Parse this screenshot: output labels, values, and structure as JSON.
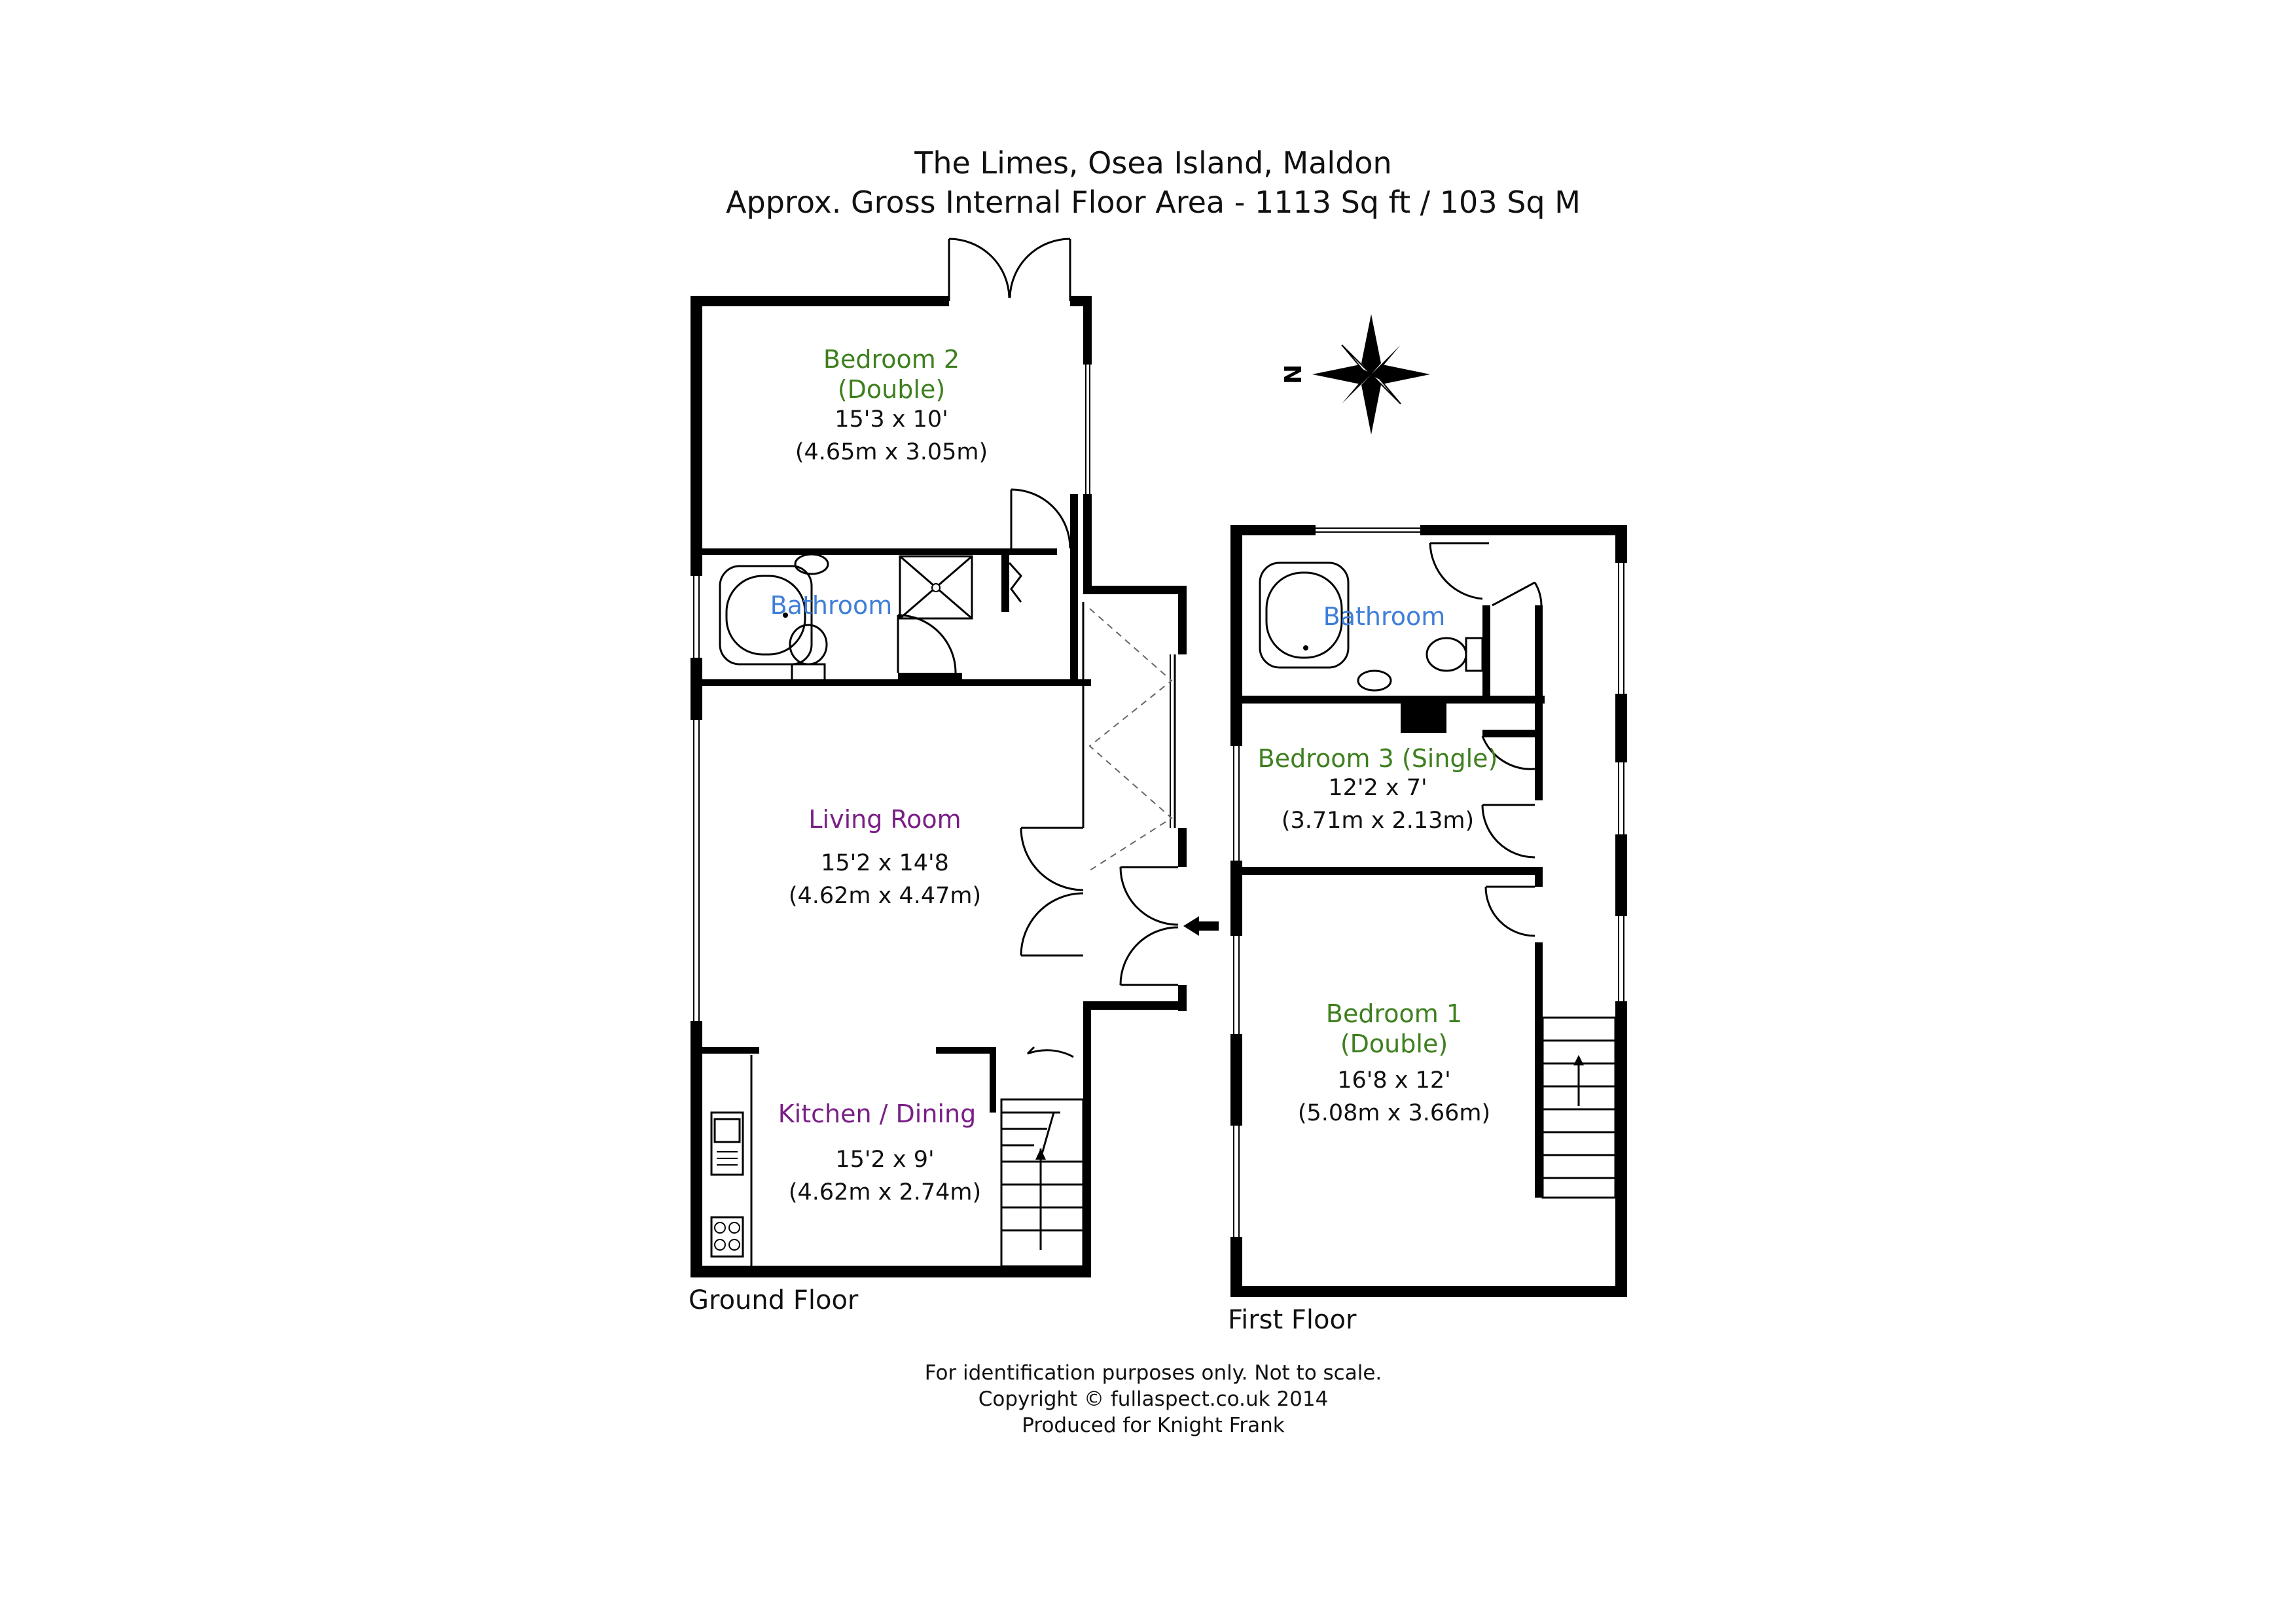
{
  "title": {
    "line1": "The Limes, Osea Island, Maldon",
    "line2": "Approx. Gross Internal Floor Area - 1113 Sq ft / 103 Sq M"
  },
  "compass": {
    "label": "N"
  },
  "ground_floor": {
    "label": "Ground Floor",
    "bedroom2": {
      "name1": "Bedroom 2",
      "name2": "(Double)",
      "dim_imperial": "15'3 x 10'",
      "dim_metric": "(4.65m x 3.05m)"
    },
    "bathroom": {
      "name": "Bathroom"
    },
    "living_room": {
      "name": "Living Room",
      "dim_imperial": "15'2 x 14'8",
      "dim_metric": "(4.62m x 4.47m)"
    },
    "kitchen": {
      "name": "Kitchen / Dining",
      "dim_imperial": "15'2 x 9'",
      "dim_metric": "(4.62m x 2.74m)"
    }
  },
  "first_floor": {
    "label": "First Floor",
    "bathroom": {
      "name": "Bathroom"
    },
    "bedroom3": {
      "name": "Bedroom 3 (Single)",
      "dim_imperial": "12'2 x 7'",
      "dim_metric": "(3.71m x 2.13m)"
    },
    "bedroom1": {
      "name1": "Bedroom 1",
      "name2": "(Double)",
      "dim_imperial": "16'8 x 12'",
      "dim_metric": "(5.08m x 3.66m)"
    }
  },
  "footer": {
    "line1": "For identification purposes only. Not to scale.",
    "line2": "Copyright © fullaspect.co.uk 2014",
    "line3": "Produced for Knight Frank"
  }
}
